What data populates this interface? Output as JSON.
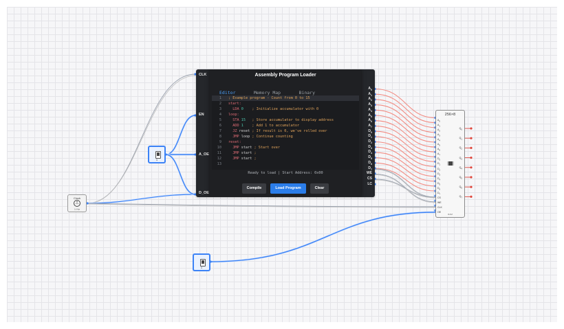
{
  "clock": {
    "title": "Clock",
    "frequency": "1 Hz"
  },
  "switches": [
    {
      "value": "1"
    },
    {
      "value": "1"
    }
  ],
  "loader": {
    "left_pins": [
      "CLK",
      "EN",
      "A_OE",
      "D_OE"
    ],
    "right_pins": [
      {
        "base": "A",
        "sub": "0"
      },
      {
        "base": "A",
        "sub": "1"
      },
      {
        "base": "A",
        "sub": "2"
      },
      {
        "base": "A",
        "sub": "3"
      },
      {
        "base": "A",
        "sub": "4"
      },
      {
        "base": "A",
        "sub": "5"
      },
      {
        "base": "A",
        "sub": "6"
      },
      {
        "base": "A",
        "sub": "7"
      },
      {
        "base": "D",
        "sub": "0"
      },
      {
        "base": "D",
        "sub": "1"
      },
      {
        "base": "D",
        "sub": "2"
      },
      {
        "base": "D",
        "sub": "3"
      },
      {
        "base": "D",
        "sub": "4"
      },
      {
        "base": "D",
        "sub": "5"
      },
      {
        "base": "D",
        "sub": "6"
      },
      {
        "base": "D",
        "sub": "7"
      },
      {
        "base": "WE",
        "sub": ""
      },
      {
        "base": "CS",
        "sub": ""
      },
      {
        "base": "LC",
        "sub": ""
      }
    ]
  },
  "modal": {
    "title": "Assembly Program Loader",
    "tabs": [
      "Editor",
      "Memory Map",
      "Binary"
    ],
    "active_tab": "Editor",
    "code_lines": [
      [
        {
          "t": "; Example program - Count from 0 to 15",
          "c": "cm"
        }
      ],
      [
        {
          "t": "start:",
          "c": "lb"
        }
      ],
      [
        {
          "t": "  LDA ",
          "c": "op"
        },
        {
          "t": "0",
          "c": "nm"
        },
        {
          "t": "    ; Initialize accumulator with 0",
          "c": "cm"
        }
      ],
      [
        {
          "t": "loop:",
          "c": "lb"
        }
      ],
      [
        {
          "t": "  STA ",
          "c": "op"
        },
        {
          "t": "15",
          "c": "nm"
        },
        {
          "t": "   ; Store accumulator to display address",
          "c": "cm"
        }
      ],
      [
        {
          "t": "  ADD ",
          "c": "op"
        },
        {
          "t": "1",
          "c": "nm"
        },
        {
          "t": "    ; Add 1 to accumulator",
          "c": "cm"
        }
      ],
      [
        {
          "t": "  JZ ",
          "c": "op"
        },
        {
          "t": "reset",
          "c": "tx"
        },
        {
          "t": " ; If result is 0, we've rolled over",
          "c": "cm"
        }
      ],
      [
        {
          "t": "  JMP ",
          "c": "op"
        },
        {
          "t": "loop",
          "c": "tx"
        },
        {
          "t": " ; Continue counting",
          "c": "cm"
        }
      ],
      [
        {
          "t": "reset:",
          "c": "lb"
        }
      ],
      [
        {
          "t": "  JMP ",
          "c": "op"
        },
        {
          "t": "start",
          "c": "tx"
        },
        {
          "t": " ; Start over",
          "c": "cm"
        }
      ],
      [
        {
          "t": "  JMP ",
          "c": "op"
        },
        {
          "t": "start",
          "c": "tx"
        },
        {
          "t": " ;",
          "c": "cm"
        }
      ],
      [
        {
          "t": "  JMP ",
          "c": "op"
        },
        {
          "t": "start",
          "c": "tx"
        },
        {
          "t": " ;",
          "c": "cm"
        }
      ],
      []
    ],
    "status": "Ready to load | Start Address: 0x00",
    "buttons": {
      "compile": "Compile",
      "load": "Load Program",
      "clear": "Clear"
    }
  },
  "ram": {
    "title": "256×8",
    "inputs": [
      {
        "base": "A",
        "sub": "0"
      },
      {
        "base": "A",
        "sub": "1"
      },
      {
        "base": "A",
        "sub": "2"
      },
      {
        "base": "A",
        "sub": "3"
      },
      {
        "base": "A",
        "sub": "4"
      },
      {
        "base": "A",
        "sub": "5"
      },
      {
        "base": "A",
        "sub": "6"
      },
      {
        "base": "A",
        "sub": "7"
      },
      {
        "base": "D",
        "sub": "0"
      },
      {
        "base": "D",
        "sub": "1"
      },
      {
        "base": "D",
        "sub": "2"
      },
      {
        "base": "D",
        "sub": "3"
      },
      {
        "base": "D",
        "sub": "4"
      },
      {
        "base": "D",
        "sub": "5"
      },
      {
        "base": "D",
        "sub": "6"
      },
      {
        "base": "D",
        "sub": "7"
      },
      {
        "base": "CS",
        "sub": ""
      },
      {
        "base": "WE",
        "sub": ""
      },
      {
        "base": "CLK",
        "sub": ""
      },
      {
        "base": "OE",
        "sub": ""
      }
    ],
    "outputs": [
      {
        "base": "Q",
        "sub": "0"
      },
      {
        "base": "Q",
        "sub": "1"
      },
      {
        "base": "Q",
        "sub": "2"
      },
      {
        "base": "Q",
        "sub": "3"
      },
      {
        "base": "Q",
        "sub": "4"
      },
      {
        "base": "Q",
        "sub": "5"
      },
      {
        "base": "Q",
        "sub": "6"
      },
      {
        "base": "Q",
        "sub": "7"
      }
    ],
    "footer": "RAM"
  },
  "colors": {
    "active_wire": "#3b82f6",
    "address_wire": "#f28b82",
    "idle_wire": "#9ca3af",
    "output_pin": "#e0463c"
  }
}
